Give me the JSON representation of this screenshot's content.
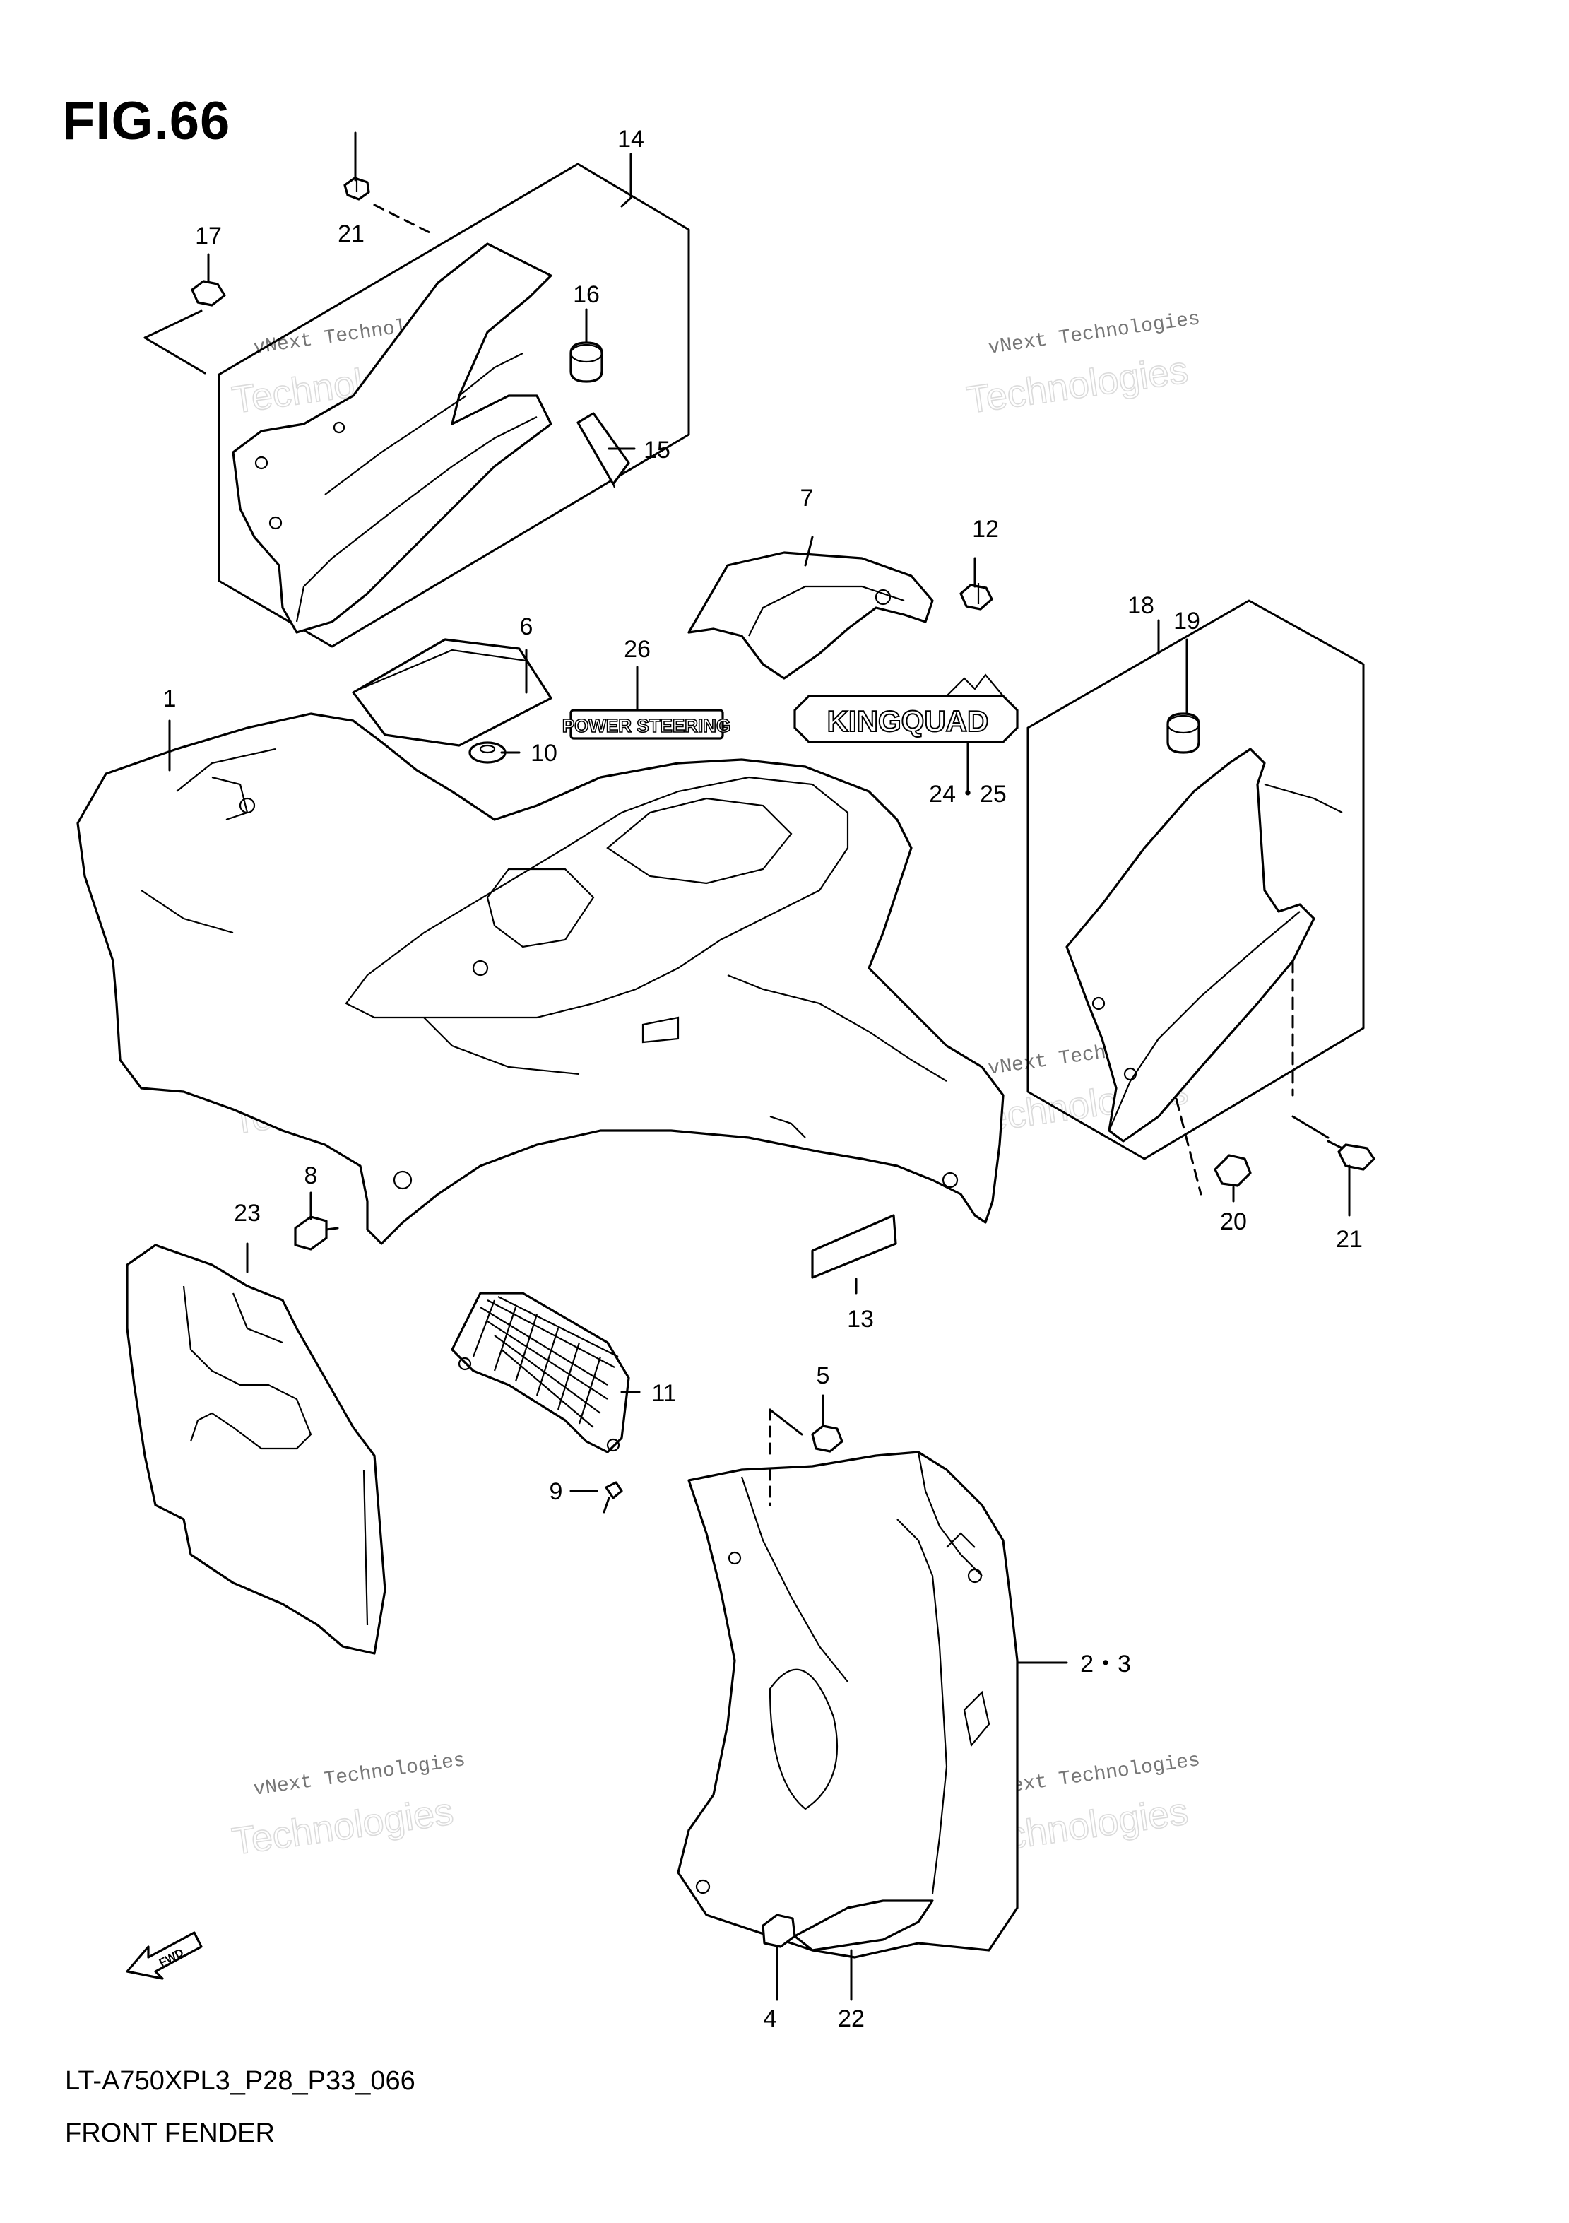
{
  "figure": {
    "title": "FIG.66",
    "code": "LT-A750XPL3_P28_P33_066",
    "name": "FRONT FENDER"
  },
  "decals": {
    "power_steering": "POWER STEERING",
    "king_quad": "KINGQUAD",
    "fwd_arrow": "FWD"
  },
  "watermark": {
    "line1": "vNext Technologies",
    "line2": "Technologies"
  },
  "parts": [
    {
      "id": "p1",
      "label": "1"
    },
    {
      "id": "p2",
      "label": "2・3"
    },
    {
      "id": "p4",
      "label": "4"
    },
    {
      "id": "p5",
      "label": "5"
    },
    {
      "id": "p6",
      "label": "6"
    },
    {
      "id": "p7",
      "label": "7"
    },
    {
      "id": "p8",
      "label": "8"
    },
    {
      "id": "p9",
      "label": "9"
    },
    {
      "id": "p10",
      "label": "10"
    },
    {
      "id": "p11",
      "label": "11"
    },
    {
      "id": "p12",
      "label": "12"
    },
    {
      "id": "p13",
      "label": "13"
    },
    {
      "id": "p14",
      "label": "14"
    },
    {
      "id": "p15",
      "label": "15"
    },
    {
      "id": "p16",
      "label": "16"
    },
    {
      "id": "p17",
      "label": "17"
    },
    {
      "id": "p18",
      "label": "18"
    },
    {
      "id": "p19",
      "label": "19"
    },
    {
      "id": "p20",
      "label": "20"
    },
    {
      "id": "p21a",
      "label": "21"
    },
    {
      "id": "p21b",
      "label": "21"
    },
    {
      "id": "p22",
      "label": "22"
    },
    {
      "id": "p23",
      "label": "23"
    },
    {
      "id": "p24",
      "label": "24・25"
    },
    {
      "id": "p26",
      "label": "26"
    }
  ]
}
